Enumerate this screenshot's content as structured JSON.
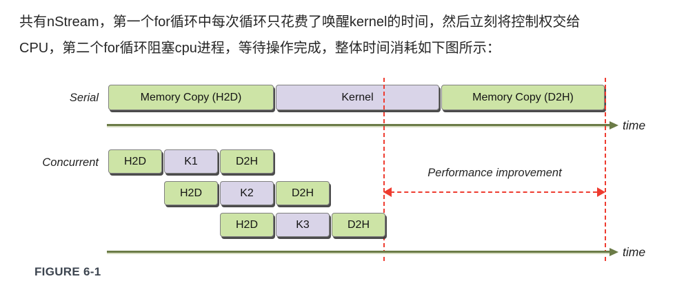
{
  "intro": {
    "line1": "共有nStream，第一个for循环中每次循环只花费了唤醒kernel的时间，然后立刻将控制权交给",
    "line2": "CPU，第二个for循环阻塞cpu进程，等待操作完成，整体时间消耗如下图所示："
  },
  "diagram": {
    "serial": {
      "label": "Serial",
      "boxes": [
        {
          "label": "Memory Copy (H2D)",
          "type": "copy"
        },
        {
          "label": "Kernel",
          "type": "kernel"
        },
        {
          "label": "Memory Copy (D2H)",
          "type": "copy"
        }
      ]
    },
    "concurrent": {
      "label": "Concurrent",
      "rows": [
        {
          "boxes": [
            "H2D",
            "K1",
            "D2H"
          ]
        },
        {
          "boxes": [
            "H2D",
            "K2",
            "D2H"
          ]
        },
        {
          "boxes": [
            "H2D",
            "K3",
            "D2H"
          ]
        }
      ]
    },
    "time_axis_label": "time",
    "performance_label": "Performance improvement"
  },
  "caption": "FIGURE 6-1",
  "colors": {
    "copy_box_fill": "#cde4a6",
    "kernel_box_fill": "#d9d4e8",
    "axis_green": "#6b7b47",
    "marker_red": "#ee3b2f"
  }
}
